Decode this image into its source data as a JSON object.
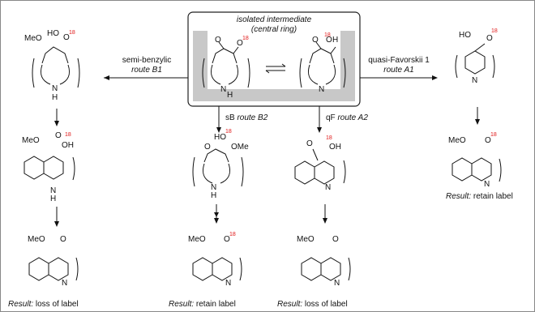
{
  "intermediate": {
    "title": "isolated intermediate",
    "subtitle": "(central ring)"
  },
  "routes": {
    "semi_benzylic": {
      "line1": "semi-benzylic",
      "line2": "route B1"
    },
    "quasi_favorskii": {
      "line1": "quasi-Favorskii 1",
      "line2": "route A1"
    },
    "sb_b2": {
      "prefix": "sB ",
      "name": "route B2"
    },
    "qf_a2": {
      "prefix": "qF ",
      "name": "route A2"
    }
  },
  "atoms": {
    "MeO": "MeO",
    "OMe": "OMe",
    "HO": "HO",
    "OH": "OH",
    "O": "O",
    "H": "H",
    "N": "N",
    "NH": "N",
    "label18": "18"
  },
  "results": {
    "prefix": "Result:",
    "b1": " loss of label",
    "b2": " retain label",
    "a2": " loss of label",
    "a1": " retain label"
  },
  "colors": {
    "label": "#e01818",
    "box_fill": "#c8c8c8",
    "frame": "#888888"
  }
}
